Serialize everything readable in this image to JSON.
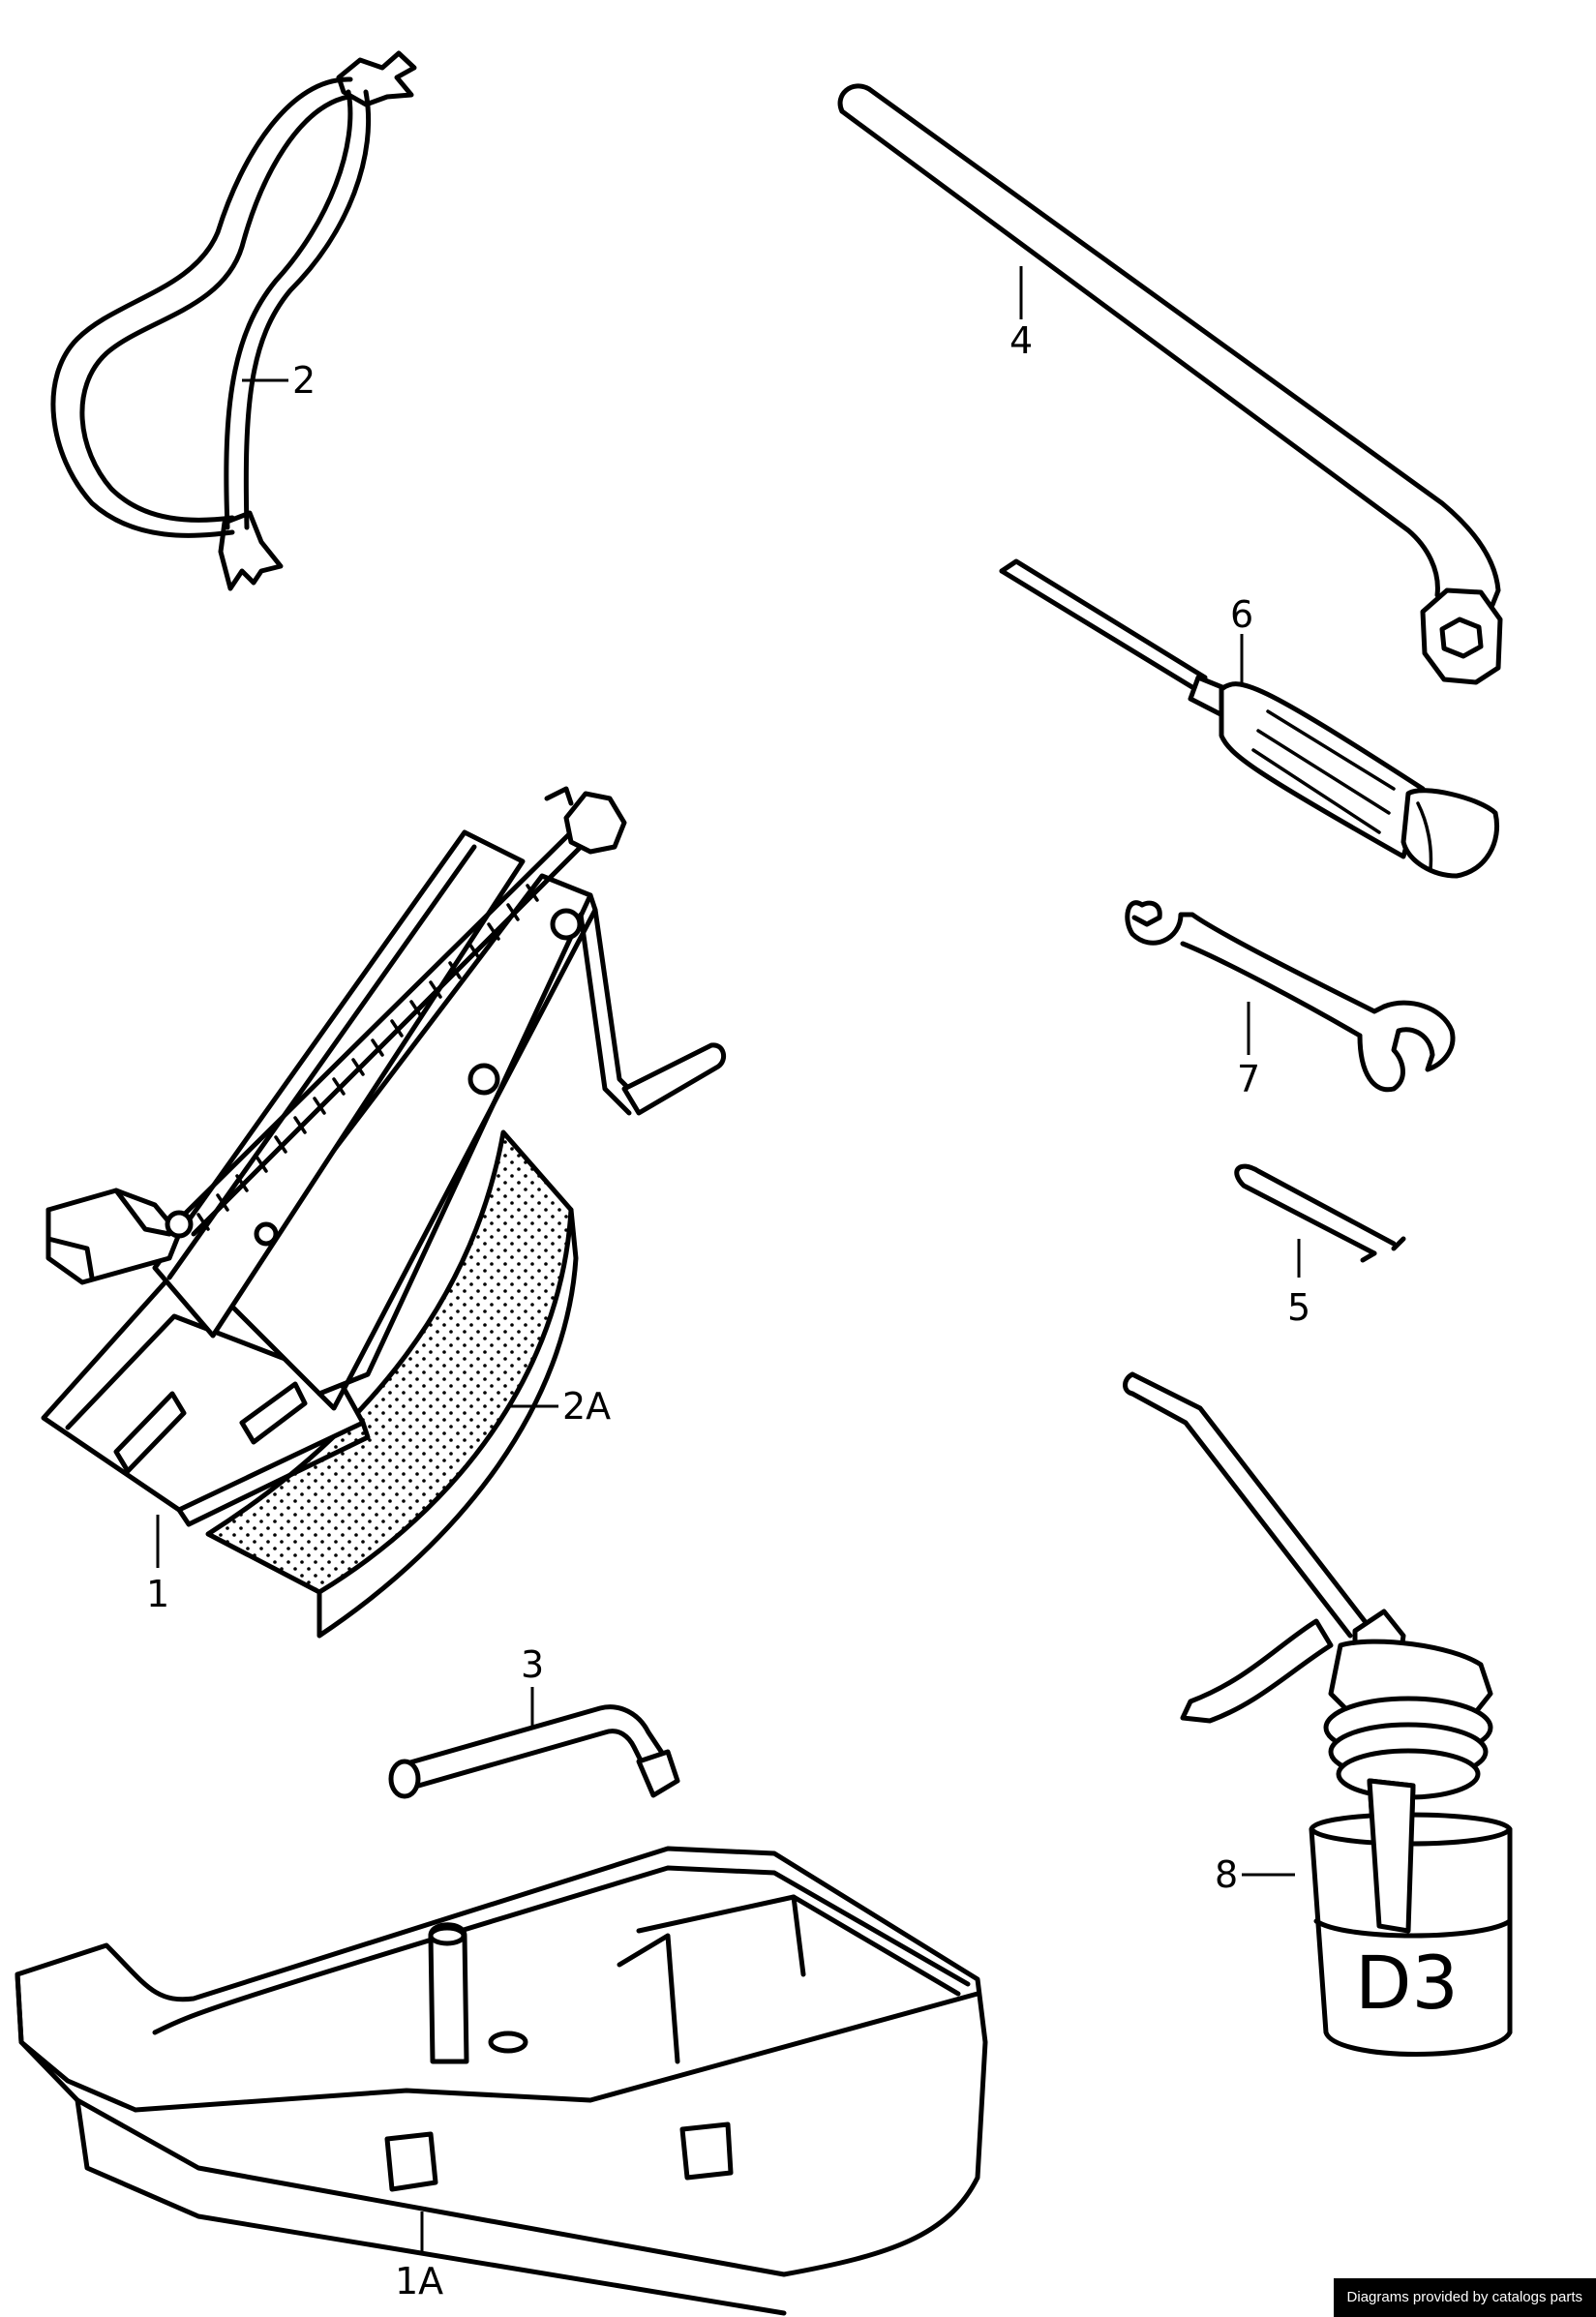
{
  "diagram": {
    "callouts": {
      "part_1": "1",
      "part_1a": "1A",
      "part_2": "2",
      "part_2a": "2A",
      "part_3": "3",
      "part_4": "4",
      "part_5": "5",
      "part_6": "6",
      "part_7": "7",
      "part_8": "8"
    },
    "oil_can_marking": "D3"
  },
  "footer": {
    "credit": "Diagrams provided by catalogs parts"
  }
}
